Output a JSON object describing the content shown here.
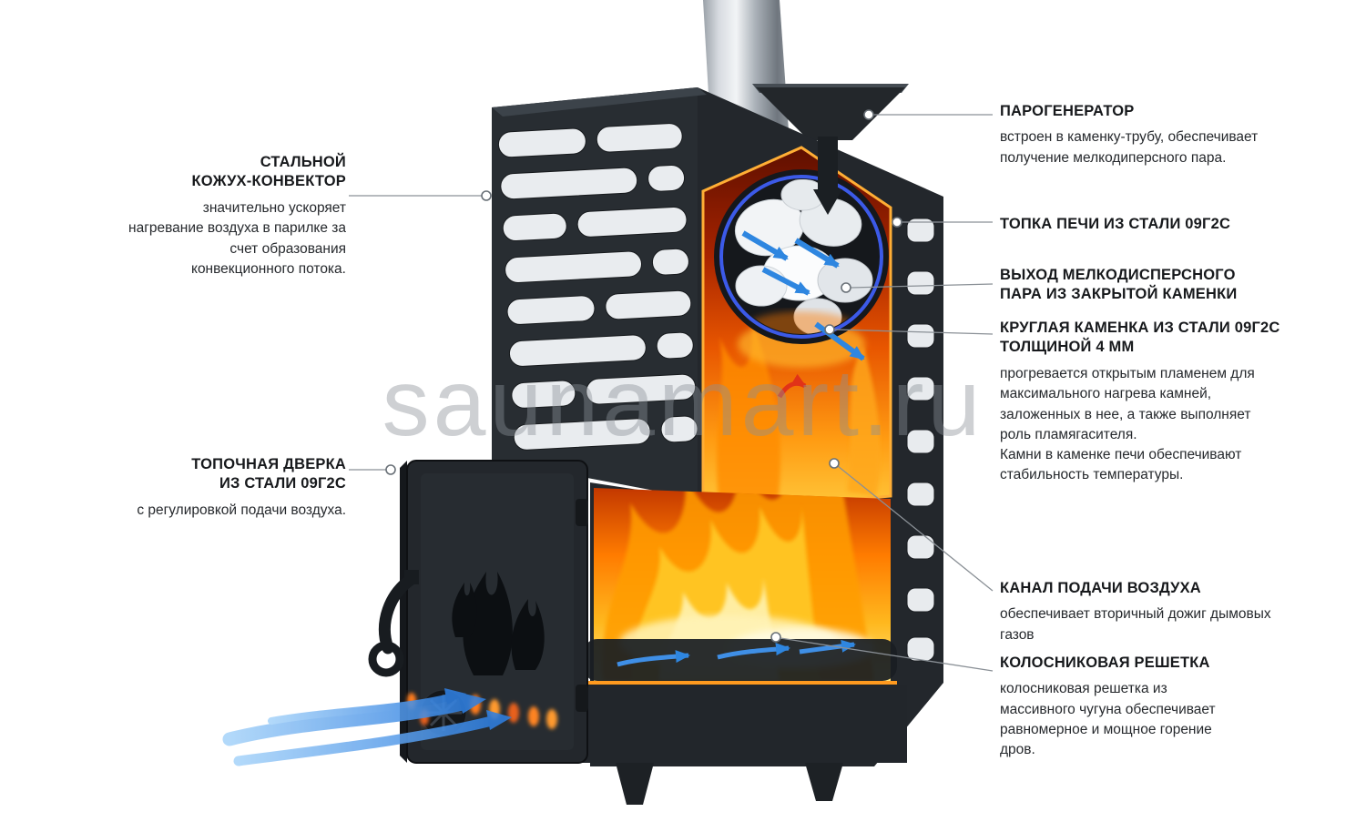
{
  "watermark": "saunamart.ru",
  "callouts": {
    "left": [
      {
        "title": "СТАЛЬНОЙ\nКОЖУХ-КОНВЕКТОР",
        "body": "значительно ускоряет\nнагревание воздуха в парилке за\nсчет образования\nконвекционного потока."
      },
      {
        "title": "ТОПОЧНАЯ ДВЕРКА\nИЗ СТАЛИ 09Г2С",
        "body": "с регулировкой подачи воздуха."
      }
    ],
    "right": [
      {
        "title": "ПАРОГЕНЕРАТОР",
        "body": "встроен в каменку-трубу, обеспечивает\nполучение мелкодиперсного пара."
      },
      {
        "title": "ТОПКА ПЕЧИ ИЗ СТАЛИ 09Г2С",
        "body": ""
      },
      {
        "title": "ВЫХОД МЕЛКОДИСПЕРСНОГО\nПАРА ИЗ ЗАКРЫТОЙ КАМЕНКИ",
        "body": ""
      },
      {
        "title": "КРУГЛАЯ КАМЕНКА ИЗ СТАЛИ 09Г2С\nТОЛЩИНОЙ 4 ММ",
        "body": "прогревается открытым пламенем для\nмаксимального нагрева камней,\nзаложенных в нее, а также выполняет\nроль пламягасителя.\nКамни в каменке печи обеспечивают\nстабильность температуры."
      },
      {
        "title": "КАНАЛ ПОДАЧИ ВОЗДУХА",
        "body": "обеспечивает вторичный дожиг дымовых\nгазов"
      },
      {
        "title": "КОЛОСНИКОВАЯ РЕШЕТКА",
        "body": "колосниковая решетка из\nмассивного чугуна обеспечивает\nравномерное и мощное горение\nдров."
      }
    ]
  },
  "colors": {
    "steel_dark": "#23272c",
    "flame_orange": "#ff7c00",
    "flame_yellow": "#ffd83a",
    "kamenka_ring_blue": "#3c5ae8",
    "air_arrow_blue": "#2e86e0",
    "leader_gray": "#8a9096",
    "text_dark": "#17191c",
    "watermark_gray": "#8b9198",
    "housing_rim_orange": "#ffae35"
  }
}
